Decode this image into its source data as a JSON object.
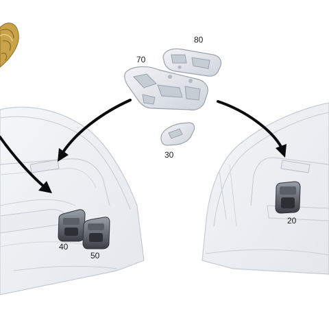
{
  "callouts": {
    "c80": "80",
    "c70": "70",
    "c30": "30",
    "c40": "40",
    "c50": "50",
    "c20": "20"
  },
  "colors": {
    "panel_fill": "#eef0f3",
    "panel_stroke": "#c9ced6",
    "switch_dark": "#3d4147",
    "switch_mid": "#8f959d",
    "module_fill": "#dfe3e8",
    "arrow": "#0b0b0b",
    "harness": "#c9a24a"
  }
}
